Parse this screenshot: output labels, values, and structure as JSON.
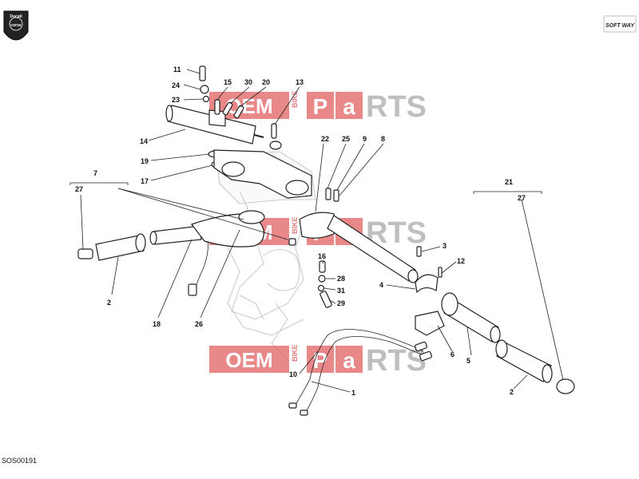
{
  "brand": {
    "logo_line1": "Ducati",
    "logo_line2": "corse",
    "corner_mark": "SOFT WAY"
  },
  "diagram_code": "SOS00191",
  "watermark": {
    "oem": "OEM",
    "bike": "BIKE",
    "p": "P",
    "a": "a",
    "rts": "RTS"
  },
  "callouts": {
    "c11": "11",
    "c24": "24",
    "c23": "23",
    "c15": "15",
    "c30": "30",
    "c20": "20",
    "c13": "13",
    "c14": "14",
    "c19": "19",
    "c17": "17",
    "c22": "22",
    "c25": "25",
    "c9": "9",
    "c8": "8",
    "c7": "7",
    "c27_left": "27",
    "c2_left": "2",
    "c18": "18",
    "c26": "26",
    "c16": "16",
    "c28": "28",
    "c31": "31",
    "c29": "29",
    "c3": "3",
    "c12": "12",
    "c4": "4",
    "c6": "6",
    "c5": "5",
    "c21": "21",
    "c27_right": "27",
    "c2_right": "2",
    "c10": "10",
    "c1": "1"
  }
}
